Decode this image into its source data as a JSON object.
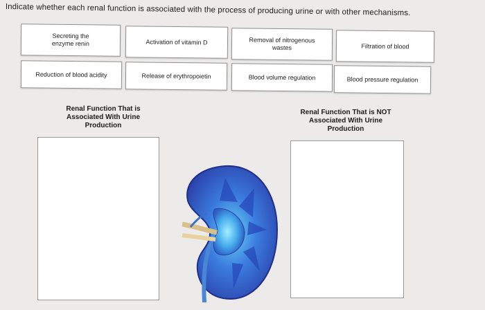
{
  "prompt": "Indicate whether each renal function is associated with the process of producing urine or with other mechanisms.",
  "cards": [
    {
      "label": "Secreting the enzyme renin"
    },
    {
      "label": "Activation of vitamin D"
    },
    {
      "label": "Removal of nitrogenous wastes"
    },
    {
      "label": "Filtration of blood"
    },
    {
      "label": "Reduction of blood acidity"
    },
    {
      "label": "Release of erythropoietin"
    },
    {
      "label": "Blood volume regulation"
    },
    {
      "label": "Blood pressure regulation"
    }
  ],
  "zones": {
    "left_title": "Renal Function That is Associated With Urine Production",
    "right_title": "Renal Function That is NOT Associated With Urine Production"
  },
  "image": {
    "icon": "kidney-cross-section-icon"
  }
}
